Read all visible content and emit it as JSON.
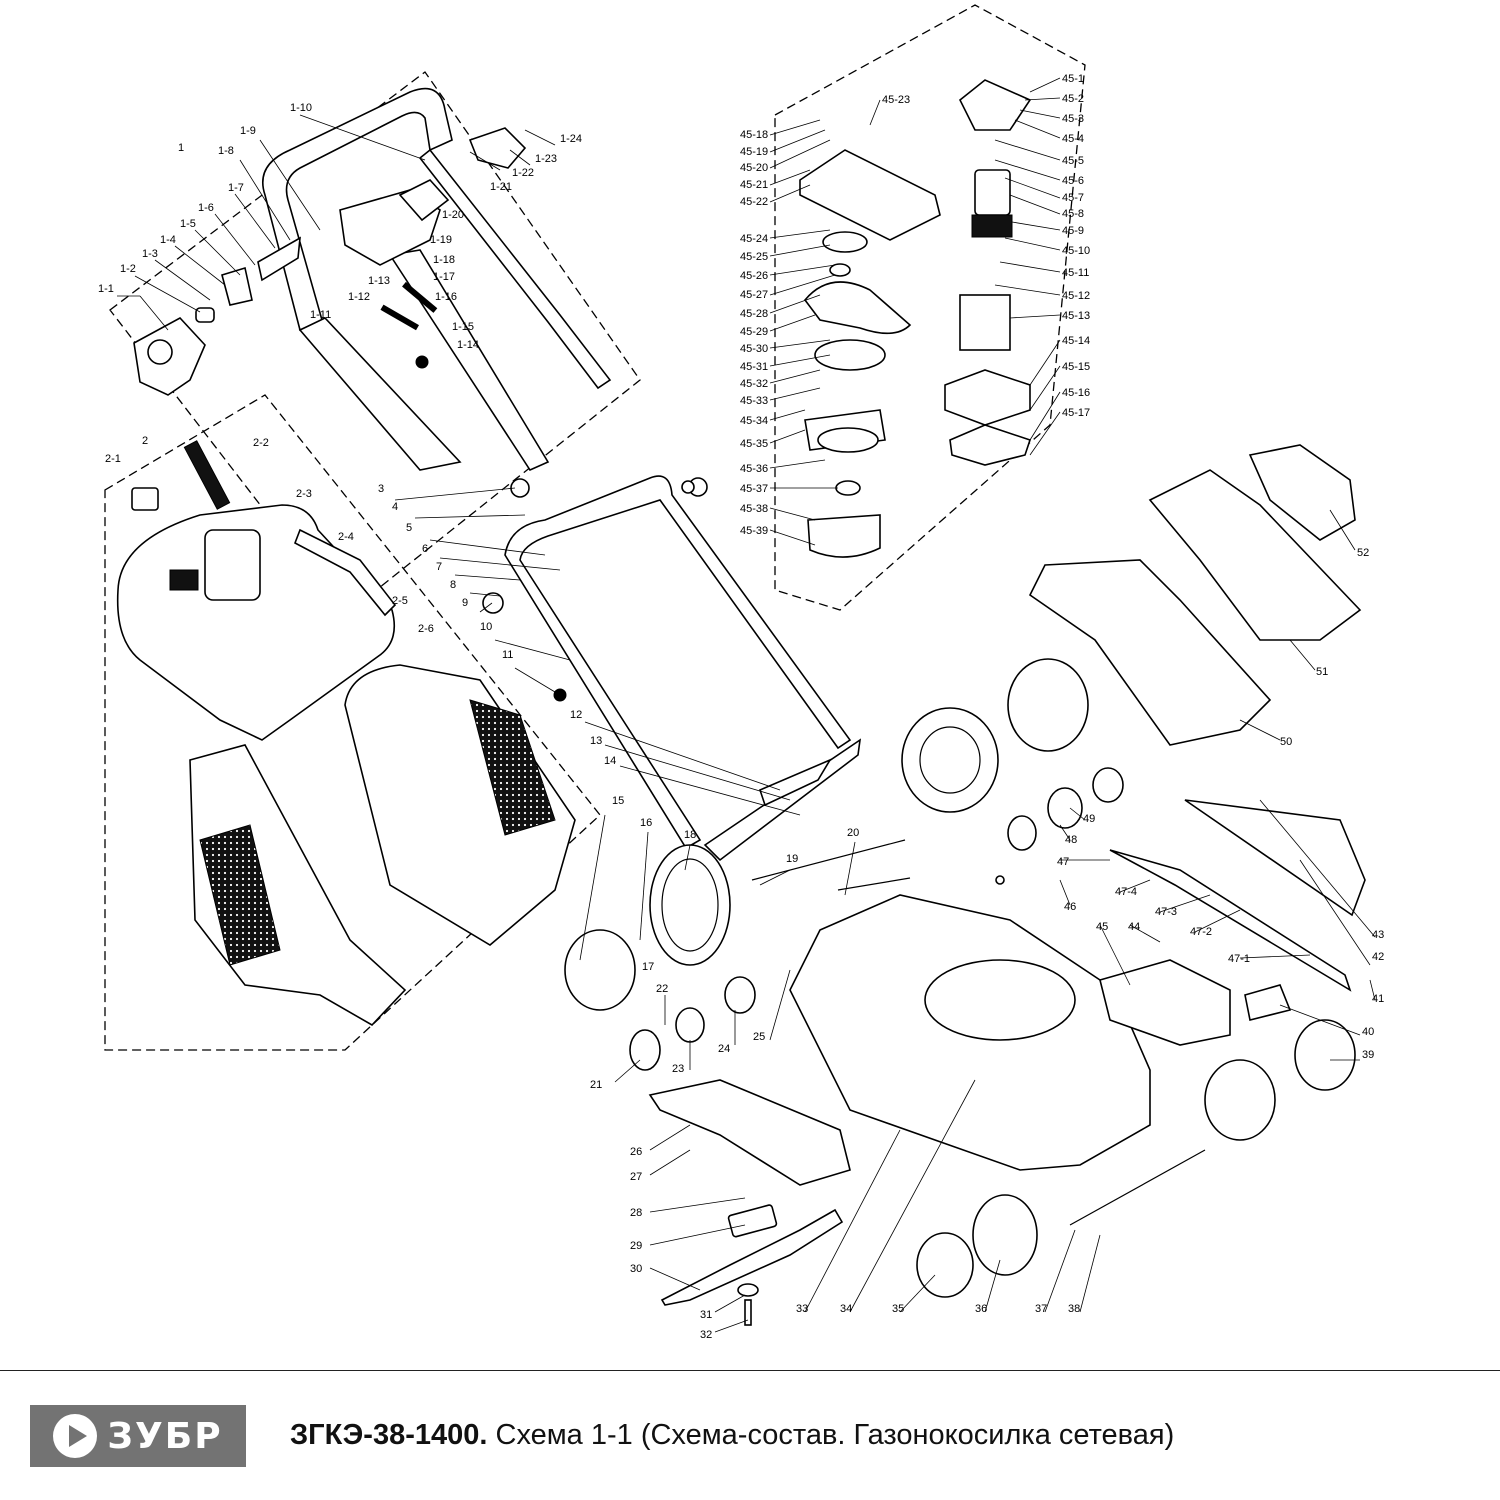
{
  "footer": {
    "brand": "ЗУБР",
    "model": "ЗГКЭ-38-1400.",
    "caption": " Схема 1-1 (Схема-состав. Газонокосилка сетевая)"
  },
  "callouts": [
    {
      "label": "1-1"
    },
    {
      "label": "1-2"
    },
    {
      "label": "1-3"
    },
    {
      "label": "1-4"
    },
    {
      "label": "1-5"
    },
    {
      "label": "1-6"
    },
    {
      "label": "1-7"
    },
    {
      "label": "1-8"
    },
    {
      "label": "1-9"
    },
    {
      "label": "1-10"
    },
    {
      "label": "1-11"
    },
    {
      "label": "1-12"
    },
    {
      "label": "1-13"
    },
    {
      "label": "1-14"
    },
    {
      "label": "1-15"
    },
    {
      "label": "1-16"
    },
    {
      "label": "1-17"
    },
    {
      "label": "1-18"
    },
    {
      "label": "1-19"
    },
    {
      "label": "1-20"
    },
    {
      "label": "1-21"
    },
    {
      "label": "1-22"
    },
    {
      "label": "1-23"
    },
    {
      "label": "1-24"
    },
    {
      "label": "1"
    },
    {
      "label": "2"
    },
    {
      "label": "2-1"
    },
    {
      "label": "2-2"
    },
    {
      "label": "2-3"
    },
    {
      "label": "2-4"
    },
    {
      "label": "2-5"
    },
    {
      "label": "2-6"
    },
    {
      "label": "3"
    },
    {
      "label": "4"
    },
    {
      "label": "5"
    },
    {
      "label": "6"
    },
    {
      "label": "7"
    },
    {
      "label": "8"
    },
    {
      "label": "9"
    },
    {
      "label": "10"
    },
    {
      "label": "11"
    },
    {
      "label": "12"
    },
    {
      "label": "13"
    },
    {
      "label": "14"
    },
    {
      "label": "15"
    },
    {
      "label": "16"
    },
    {
      "label": "17"
    },
    {
      "label": "18"
    },
    {
      "label": "19"
    },
    {
      "label": "20"
    },
    {
      "label": "21"
    },
    {
      "label": "22"
    },
    {
      "label": "23"
    },
    {
      "label": "24"
    },
    {
      "label": "25"
    },
    {
      "label": "26"
    },
    {
      "label": "27"
    },
    {
      "label": "28"
    },
    {
      "label": "29"
    },
    {
      "label": "30"
    },
    {
      "label": "31"
    },
    {
      "label": "32"
    },
    {
      "label": "33"
    },
    {
      "label": "34"
    },
    {
      "label": "35"
    },
    {
      "label": "36"
    },
    {
      "label": "37"
    },
    {
      "label": "38"
    },
    {
      "label": "39"
    },
    {
      "label": "40"
    },
    {
      "label": "41"
    },
    {
      "label": "42"
    },
    {
      "label": "43"
    },
    {
      "label": "44"
    },
    {
      "label": "45"
    },
    {
      "label": "46"
    },
    {
      "label": "47"
    },
    {
      "label": "47-1"
    },
    {
      "label": "47-2"
    },
    {
      "label": "47-3"
    },
    {
      "label": "47-4"
    },
    {
      "label": "48"
    },
    {
      "label": "49"
    },
    {
      "label": "50"
    },
    {
      "label": "51"
    },
    {
      "label": "52"
    },
    {
      "label": "45-1"
    },
    {
      "label": "45-2"
    },
    {
      "label": "45-3"
    },
    {
      "label": "45-4"
    },
    {
      "label": "45-5"
    },
    {
      "label": "45-6"
    },
    {
      "label": "45-7"
    },
    {
      "label": "45-8"
    },
    {
      "label": "45-9"
    },
    {
      "label": "45-10"
    },
    {
      "label": "45-11"
    },
    {
      "label": "45-12"
    },
    {
      "label": "45-13"
    },
    {
      "label": "45-14"
    },
    {
      "label": "45-15"
    },
    {
      "label": "45-16"
    },
    {
      "label": "45-17"
    },
    {
      "label": "45-18"
    },
    {
      "label": "45-19"
    },
    {
      "label": "45-20"
    },
    {
      "label": "45-21"
    },
    {
      "label": "45-22"
    },
    {
      "label": "45-23"
    },
    {
      "label": "45-24"
    },
    {
      "label": "45-25"
    },
    {
      "label": "45-26"
    },
    {
      "label": "45-27"
    },
    {
      "label": "45-28"
    },
    {
      "label": "45-29"
    },
    {
      "label": "45-30"
    },
    {
      "label": "45-31"
    },
    {
      "label": "45-32"
    },
    {
      "label": "45-33"
    },
    {
      "label": "45-34"
    },
    {
      "label": "45-35"
    },
    {
      "label": "45-36"
    },
    {
      "label": "45-37"
    },
    {
      "label": "45-38"
    },
    {
      "label": "45-39"
    }
  ]
}
